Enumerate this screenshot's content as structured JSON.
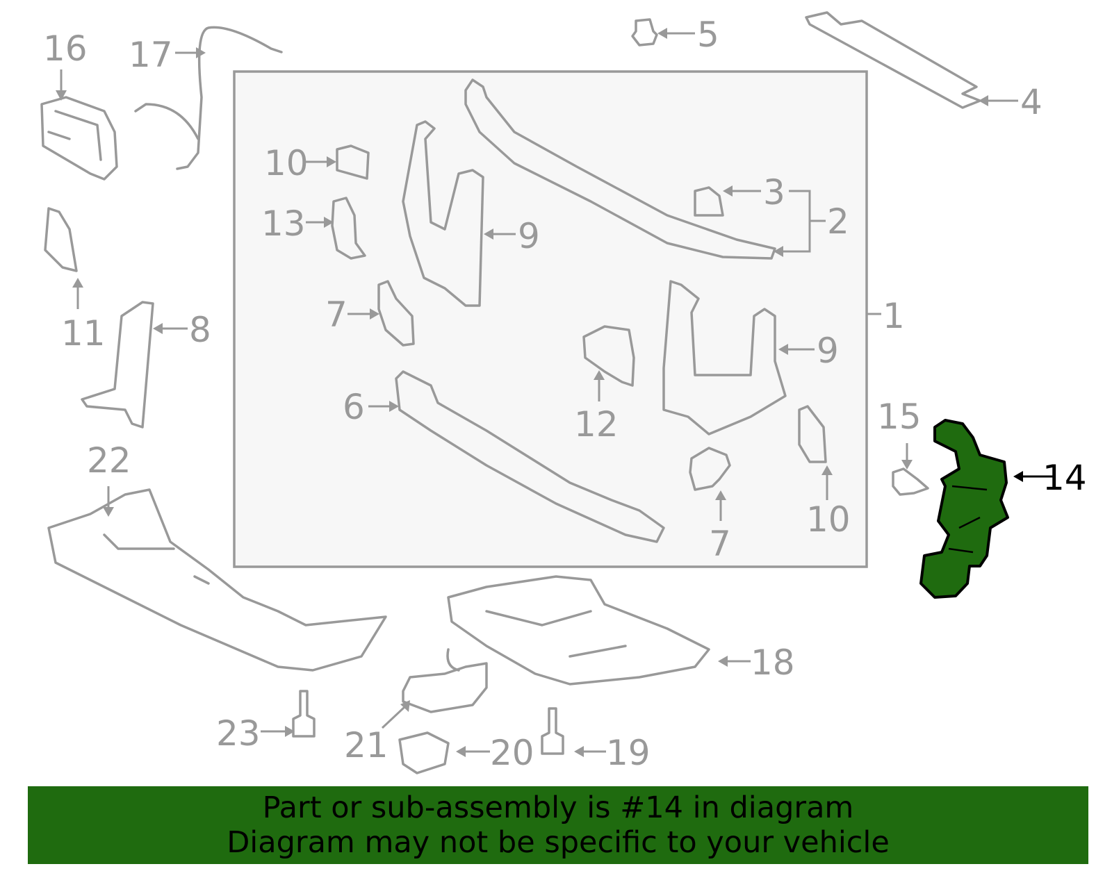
{
  "diagram": {
    "highlight_color": "#1f6b0f",
    "line_color": "#999999",
    "highlighted_callout": "14",
    "callouts": [
      {
        "id": "c1",
        "label": "1"
      },
      {
        "id": "c2",
        "label": "2"
      },
      {
        "id": "c3",
        "label": "3"
      },
      {
        "id": "c4",
        "label": "4"
      },
      {
        "id": "c5",
        "label": "5"
      },
      {
        "id": "c6",
        "label": "6"
      },
      {
        "id": "c7a",
        "label": "7"
      },
      {
        "id": "c7b",
        "label": "7"
      },
      {
        "id": "c8",
        "label": "8"
      },
      {
        "id": "c9a",
        "label": "9"
      },
      {
        "id": "c9b",
        "label": "9"
      },
      {
        "id": "c10a",
        "label": "10"
      },
      {
        "id": "c10b",
        "label": "10"
      },
      {
        "id": "c11",
        "label": "11"
      },
      {
        "id": "c12",
        "label": "12"
      },
      {
        "id": "c13",
        "label": "13"
      },
      {
        "id": "c14",
        "label": "14"
      },
      {
        "id": "c15",
        "label": "15"
      },
      {
        "id": "c16",
        "label": "16"
      },
      {
        "id": "c17",
        "label": "17"
      },
      {
        "id": "c18",
        "label": "18"
      },
      {
        "id": "c19",
        "label": "19"
      },
      {
        "id": "c20",
        "label": "20"
      },
      {
        "id": "c21",
        "label": "21"
      },
      {
        "id": "c22",
        "label": "22"
      },
      {
        "id": "c23",
        "label": "23"
      }
    ]
  },
  "banner": {
    "background": "#1f6b0f",
    "line1": "Part or sub-assembly is #14 in diagram",
    "line2": "Diagram may not be specific to your vehicle"
  }
}
